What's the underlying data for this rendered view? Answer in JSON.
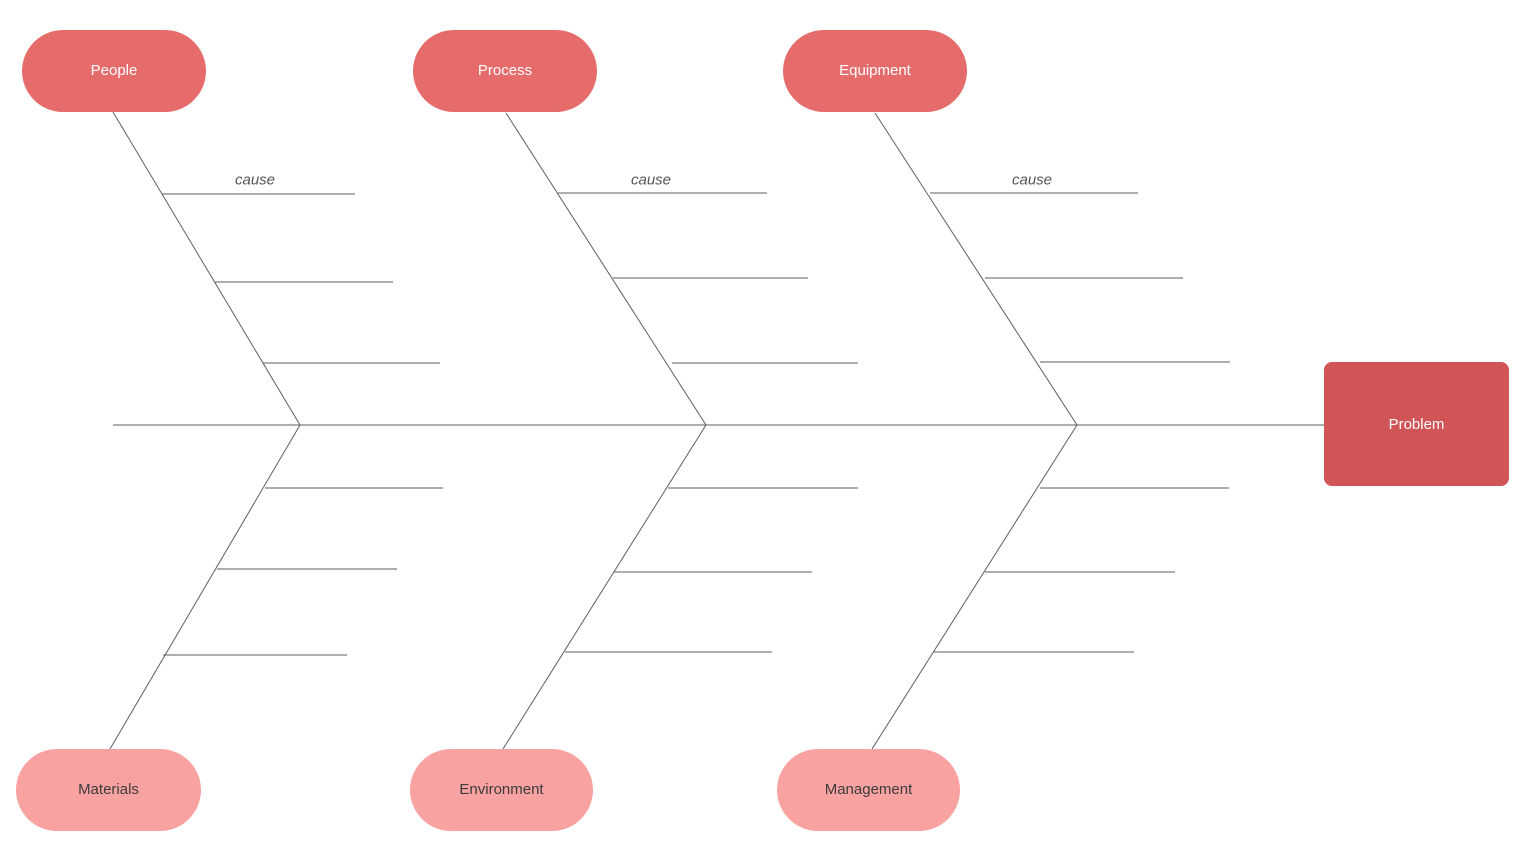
{
  "diagram": {
    "type": "fishbone-ishikawa-template",
    "problem": {
      "label": "Problem"
    },
    "cause_label": "cause",
    "categories_top": [
      {
        "label": "People"
      },
      {
        "label": "Process"
      },
      {
        "label": "Equipment"
      }
    ],
    "categories_bottom": [
      {
        "label": "Materials"
      },
      {
        "label": "Environment"
      },
      {
        "label": "Management"
      }
    ],
    "colors": {
      "canvas_bg": "#ffffff",
      "category_top_fill": "#e66c6c",
      "category_top_text": "#ffffff",
      "category_bottom_fill": "#f9a2a2",
      "category_bottom_text": "#3b3b3b",
      "problem_fill": "#d15456",
      "problem_text": "#ffffff",
      "line_color": "#5e5e5e",
      "cause_text": "#555555"
    }
  }
}
